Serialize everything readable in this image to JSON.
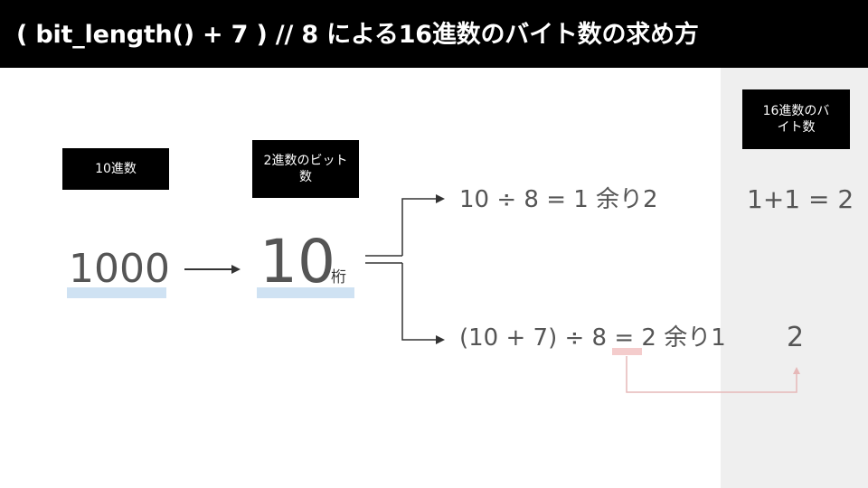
{
  "title": "( bit_length() + 7 ) // 8 による16進数のバイト数の求め方",
  "labels": {
    "decimal": "10進数",
    "binary_digits": "2進数のビット数",
    "hex_bytes": "16進数のバイト数"
  },
  "values": {
    "decimal": "1000",
    "binary_digits": "10",
    "binary_unit": "桁"
  },
  "equations": {
    "top": "10 ÷ 8 = 1 余り2",
    "bottom": "(10 + 7) ÷ 8 = 2 余り1"
  },
  "results": {
    "top": "1+1 = 2",
    "bottom": "2"
  },
  "colors": {
    "title_bg": "#000000",
    "highlight_blue": "#cfe2f3",
    "highlight_red": "#f4cccc",
    "connector_red": "#e6b8b8",
    "panel_gray": "#efefef"
  }
}
